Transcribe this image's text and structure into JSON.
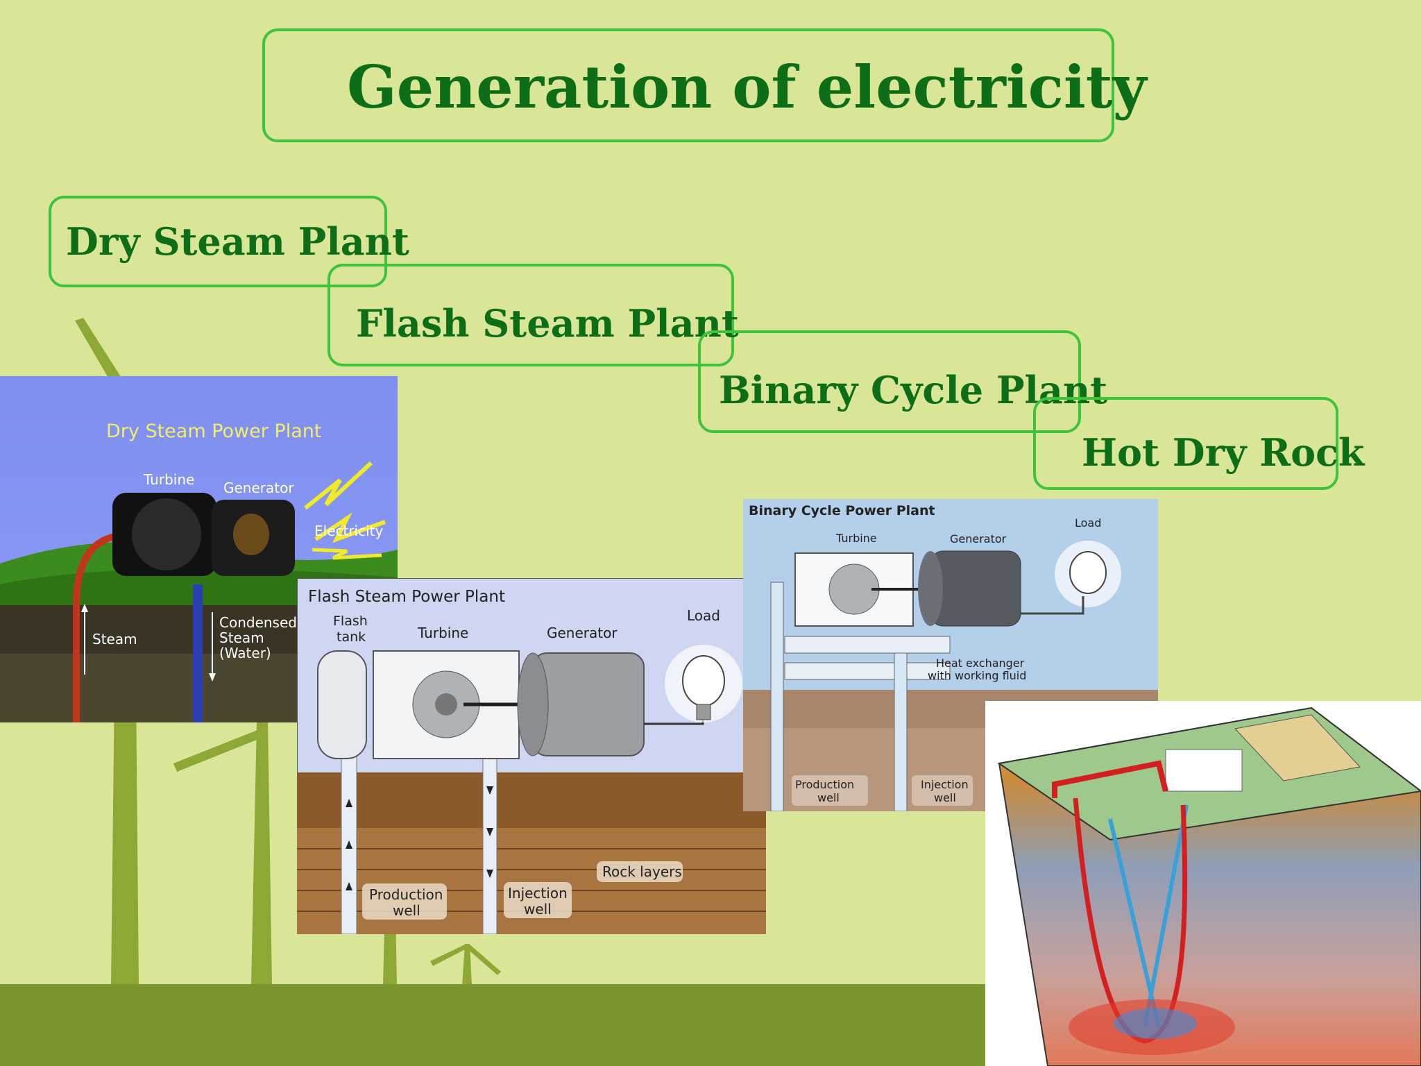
{
  "slide": {
    "title": "Generation of electricity",
    "labels": {
      "dry": "Dry Steam Plant",
      "flash": "Flash Steam Plant",
      "binary": "Binary Cycle Plant",
      "hot": "Hot Dry Rock"
    }
  },
  "dry_plant": {
    "title": "Dry Steam Power Plant",
    "turbine": "Turbine",
    "generator": "Generator",
    "electricity": "Electricity",
    "steam": "Steam",
    "condensed_1": "Condensed",
    "condensed_2": "Steam",
    "condensed_3": "(Water)"
  },
  "flash_plant": {
    "title": "Flash Steam Power Plant",
    "flash_1": "Flash",
    "flash_2": "tank",
    "turbine": "Turbine",
    "generator": "Generator",
    "load": "Load",
    "rock": "Rock layers",
    "prod_1": "Production",
    "prod_2": "well",
    "inj_1": "Injection",
    "inj_2": "well"
  },
  "binary_plant": {
    "title": "Binary Cycle Power Plant",
    "load": "Load",
    "turbine": "Turbine",
    "generator": "Generator",
    "hx_1": "Heat exchanger",
    "hx_2": "with working fluid",
    "prod_1": "Production",
    "prod_2": "well",
    "inj_1": "Injection",
    "inj_2": "well"
  },
  "colors": {
    "background": "#d9e597",
    "box_border": "#3fc33f",
    "text": "#0d6e17",
    "turbine_green": "#8ea836"
  }
}
